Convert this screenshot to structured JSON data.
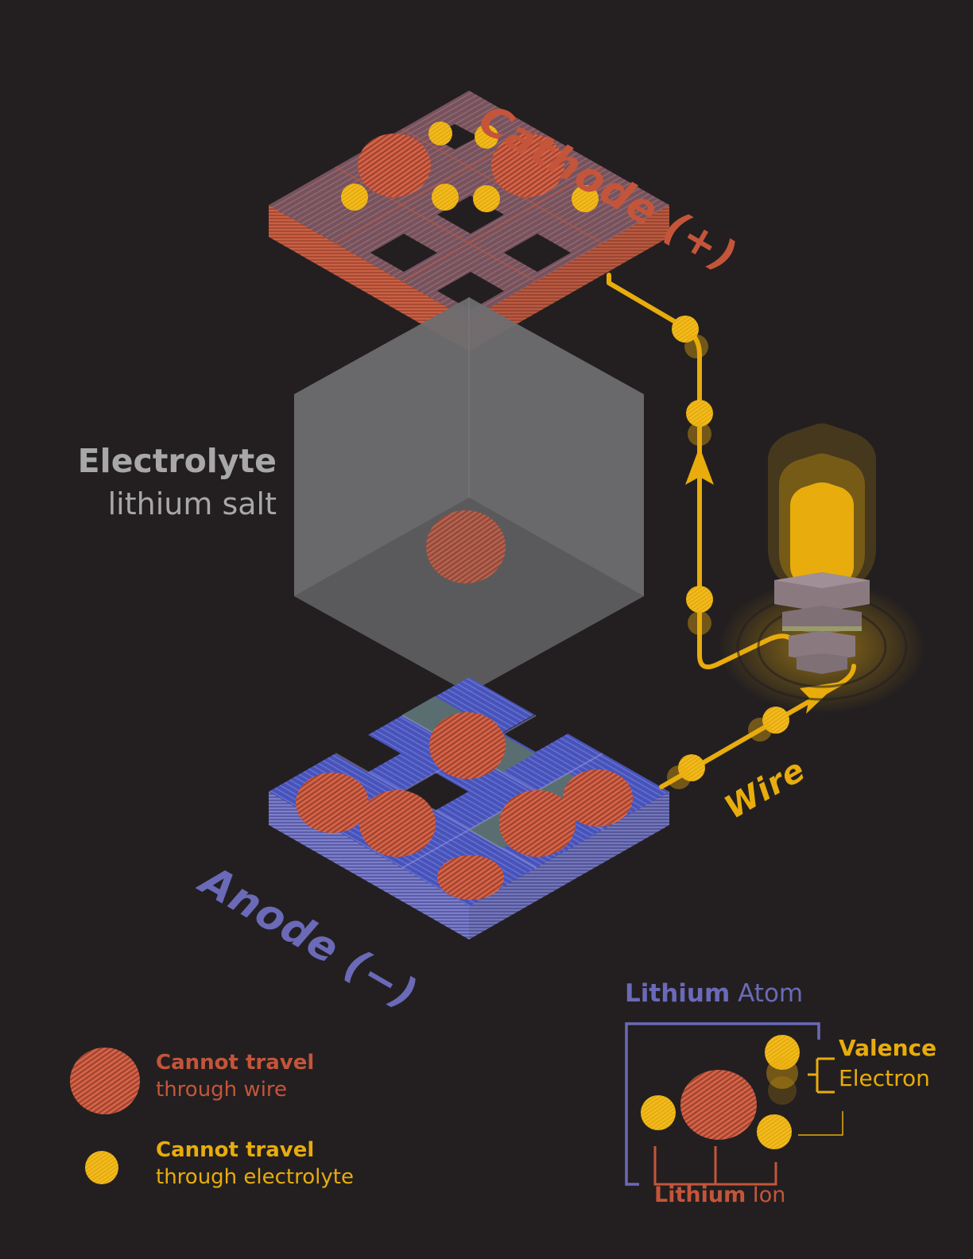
{
  "labels": {
    "cathode": "Cathode (+)",
    "anode": "Anode (−)",
    "wire": "Wire",
    "electrolyte_title": "Electrolyte",
    "electrolyte_subtitle": "lithium salt"
  },
  "legend": {
    "ion_title": "Cannot travel",
    "ion_sub": "through wire",
    "electron_title": "Cannot travel",
    "electron_sub": "through electrolyte"
  },
  "atom_key": {
    "lithium_bold": "Lithium",
    "atom_word": "Atom",
    "ion_bold": "Lithium",
    "ion_word": "Ion",
    "valence": "Valence",
    "electron": "Electron"
  },
  "colors": {
    "background": "#231f20",
    "cathode": "#c4553a",
    "anode": "#6a6ab8",
    "anode_fill": "#4a56c2",
    "lithium_ion": "#c4553a",
    "electron": "#e8ac0c",
    "wire": "#e8ac0c",
    "electrolyte": "#6e6e70",
    "electrolyte_label": "#a8a8a8",
    "bulb_glow": "#e8ac0c"
  },
  "icons": {
    "ion": "hatched-red-sphere",
    "electron": "yellow-dot",
    "bulb": "light-bulb",
    "arrow": "arrowhead"
  }
}
